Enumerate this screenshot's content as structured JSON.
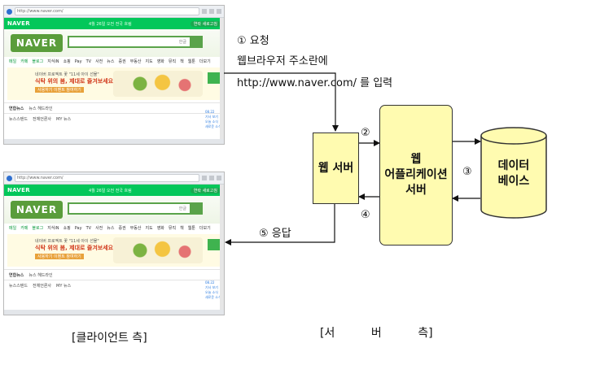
{
  "browser": {
    "address": "http://www.naver.com/",
    "brand": "NAVER",
    "top_promo": "4월 26일 오전 전국 흐림",
    "top_pill": "연락 새로고침",
    "search_kr": "한글",
    "nav_items": [
      "메일",
      "카페",
      "블로그",
      "지식iN",
      "쇼핑",
      "Pay",
      "TV",
      "사전",
      "뉴스",
      "증권",
      "부동산",
      "지도",
      "영화",
      "뮤직",
      "책",
      "웹툰",
      "더보기"
    ],
    "banner_line1": "네이버 프로젝트 꽃 \"11세 아이 선물\"",
    "banner_line2": "식탁 위의 봄, 제대로 즐겨보세요!",
    "banner_line3": "사용하기 이벤트 참여하기",
    "news_label": "연합뉴스",
    "news_text": "뉴스 헤드라인",
    "news_row2": [
      "뉴스스탠드",
      "전체언론사",
      "MY 뉴스"
    ],
    "side_time": "08.22",
    "side_links": [
      "기사 보기",
      "오늘 소식",
      "새로운 소식"
    ]
  },
  "diagram": {
    "step1": "① 요청",
    "step1_line2": "웹브라우저 주소란에",
    "step1_line3": "http://www.naver.com/ 를 입력",
    "step2": "②",
    "step3": "③",
    "step4": "④",
    "step5": "⑤ 응답",
    "web_server": "웹 서버",
    "app_server_l1": "웹",
    "app_server_l2": "어플리케이션",
    "app_server_l3": "서버",
    "database_l1": "데이터",
    "database_l2": "베이스",
    "client_caption": "[클라이언트 측]",
    "server_caption": "[서          버          측]"
  }
}
